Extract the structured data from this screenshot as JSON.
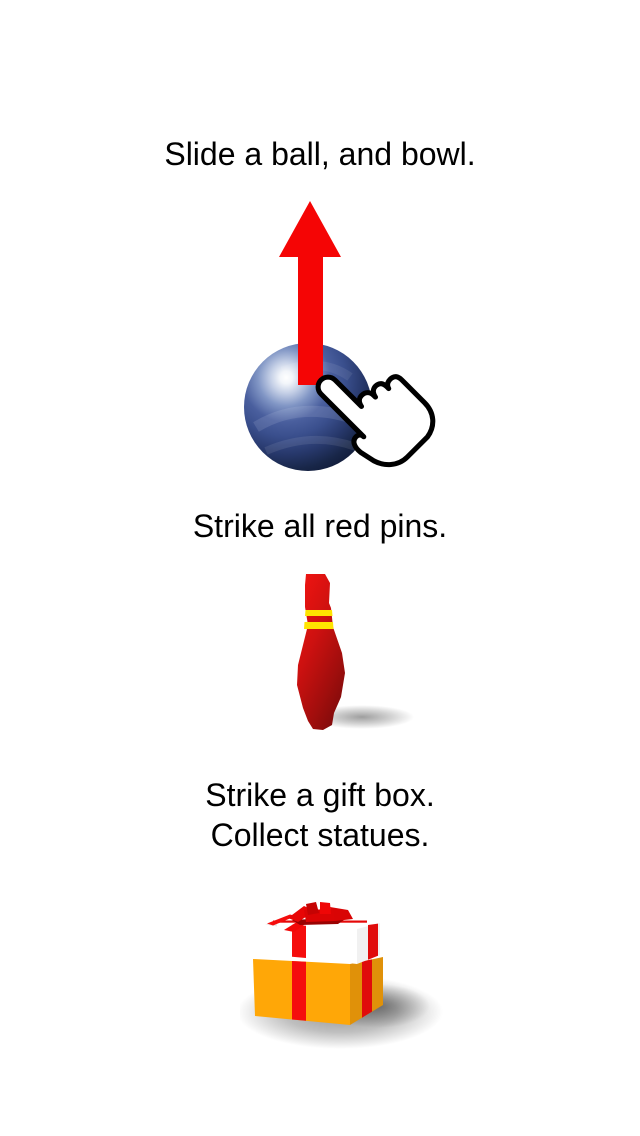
{
  "steps": [
    {
      "text": "Slide a ball, and bowl.",
      "icons": [
        "red-up-arrow",
        "bowling-ball",
        "hand-pointer"
      ]
    },
    {
      "text": "Strike all red pins.",
      "icons": [
        "red-bowling-pin"
      ]
    },
    {
      "lines": [
        "Strike a gift box.",
        "Collect statues."
      ],
      "icons": [
        "gift-box"
      ]
    }
  ],
  "palette": {
    "background": "#ffffff",
    "text": "#000000",
    "arrow-red": "#f50505",
    "ball-blue-mid": "#3a4f8d",
    "ball-blue-dark": "#101a38",
    "hand-fill": "#ffffff",
    "hand-outline": "#000000",
    "pin-red-top": "#ee1411",
    "pin-red-bottom": "#7c0b0b",
    "pin-stripe-yellow": "#ffe400",
    "box-orange": "#ffa707",
    "box-orange-side": "#e09109",
    "ribbon-red": "#f50d0d",
    "ribbon-red-side": "#e00b0b",
    "lid-white": "#ffffff",
    "lid-white-side": "#f1f1f1",
    "bow-red": "#e80505",
    "bow-red-dark": "#9a0202"
  }
}
